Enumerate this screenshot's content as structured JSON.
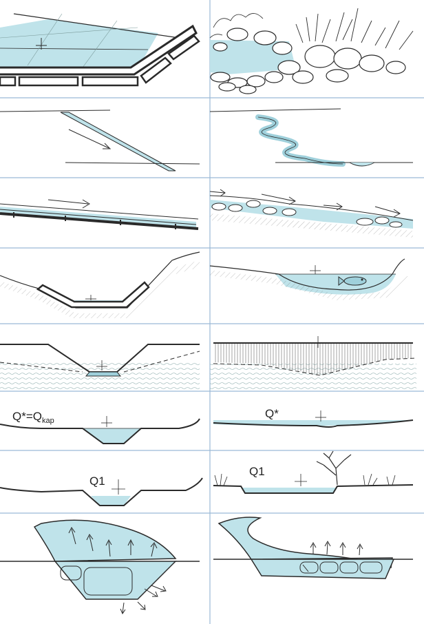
{
  "colors": {
    "water": "#bfe3ea",
    "water_dark": "#9fd0db",
    "grid_line": "#9ab9d6",
    "ink": "#2a2a2a",
    "background": "#ffffff"
  },
  "labels": {
    "r6_left_main": "Q*=Q",
    "r6_left_sub": "kap",
    "r6_right": "Q*",
    "r7_left": "Q1",
    "r7_right": "Q1"
  },
  "panels": [
    {
      "row": 1,
      "left": "paved-basin-corner",
      "right": "natural-pond-with-stones"
    },
    {
      "row": 2,
      "left": "straight-channel-plan",
      "right": "meandering-channel-plan"
    },
    {
      "row": 3,
      "left": "paved-slope-profile",
      "right": "natural-stony-profile"
    },
    {
      "row": 4,
      "left": "trapezoid-lined-section",
      "right": "natural-section-with-fish"
    },
    {
      "row": 5,
      "left": "trapezoid-groundwater-section",
      "right": "vegetated-wide-section"
    },
    {
      "row": 6,
      "left": "capacity-trapezoid-section",
      "right": "shallow-wide-section"
    },
    {
      "row": 7,
      "left": "q1-trapezoid-section",
      "right": "q1-floodplain-section"
    },
    {
      "row": 8,
      "left": "bend-flow-section",
      "right": "natural-bend-flow-section"
    }
  ]
}
